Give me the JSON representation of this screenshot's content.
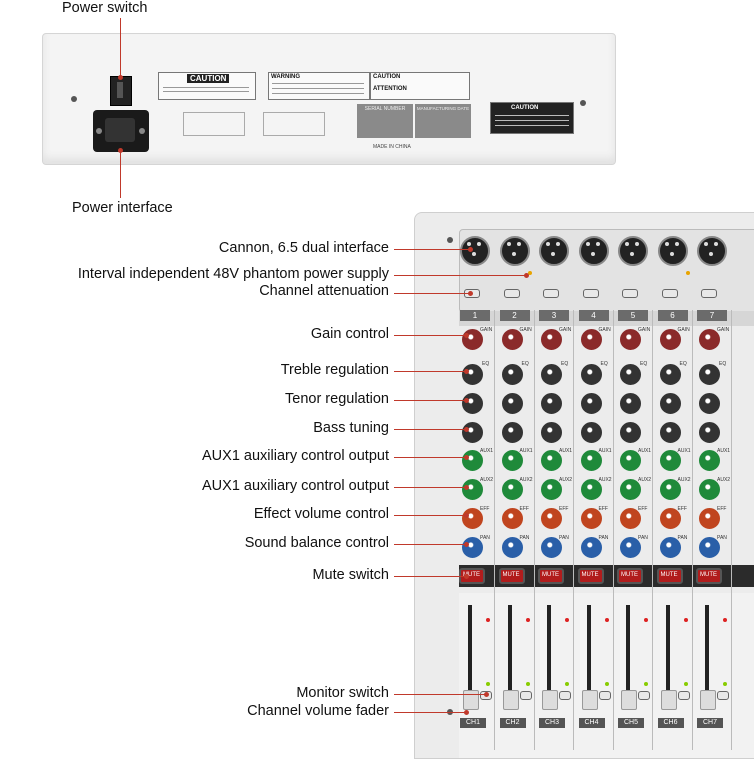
{
  "labels": {
    "power_switch": "Power switch",
    "power_interface": "Power interface",
    "cannon": "Cannon, 6.5 dual interface",
    "phantom": "Interval independent 48V phantom power supply",
    "attenuation": "Channel attenuation",
    "gain": "Gain control",
    "treble": "Treble regulation",
    "tenor": "Tenor regulation",
    "bass": "Bass tuning",
    "aux1": "AUX1 auxiliary control output",
    "aux2": "AUX1 auxiliary control output",
    "effect": "Effect volume control",
    "balance": "Sound balance control",
    "mute": "Mute switch",
    "monitor": "Monitor switch",
    "fader": "Channel volume fader"
  },
  "rear_panel": {
    "caution1": "CAUTION",
    "warning": "WARNING",
    "caution2": "CAUTION",
    "attention": "ATTENTION",
    "serial_number": "SERIAL NUMBER",
    "manufacturing_date": "MANUFACTURING DATE",
    "made_in": "MADE IN CHINA",
    "caution3": "CAUTION"
  },
  "channels": {
    "numbers": [
      "1",
      "2",
      "3",
      "4",
      "5",
      "6",
      "7"
    ],
    "bottom_labels": [
      "CH1",
      "CH2",
      "CH3",
      "CH4",
      "CH5",
      "CH6",
      "CH7"
    ],
    "gain": "GAIN",
    "eq": "EQ",
    "aux1": "AUX1",
    "aux2": "AUX2",
    "eff": "EFF",
    "pan": "PAN",
    "mute": "MUTE"
  },
  "colors": {
    "leader_line": "#c0392b",
    "gain_knob": "#8b2a2a",
    "eq_knob": "#333333",
    "aux_knob": "#1f8a3a",
    "eff_knob": "#c0451f",
    "pan_knob": "#2a5fa8",
    "mute_button": "#b11c1c"
  }
}
